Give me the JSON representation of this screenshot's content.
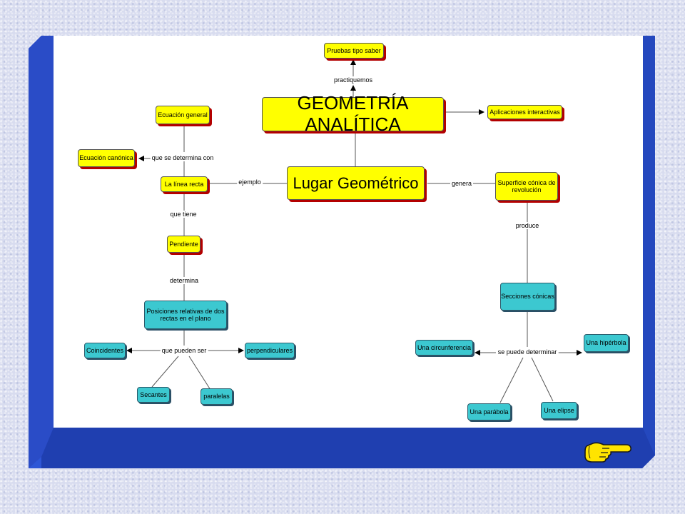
{
  "diagram": {
    "title": "GEOMETRÍA ANALÍTICA",
    "central": "Lugar Geométrico",
    "nodes": {
      "pruebas": "Pruebas tipo saber",
      "aplicaciones": "Aplicaciones interactivas",
      "ecuacion_general": "Ecuación general",
      "ecuacion_canonica": "Ecuación canónica",
      "linea_recta": "La línea recta",
      "pendiente": "Pendiente",
      "posiciones": "Posiciones relativas de dos rectas en el plano",
      "coincidentes": "Coincidentes",
      "perpendiculares": "perpendiculares",
      "secantes": "Secantes",
      "paralelas": "paralelas",
      "superficie": "Superficie cónica de revolución",
      "secciones": "Secciones cónicas",
      "circunferencia": "Una circunferencia",
      "hiperbola": "Una hipérbola",
      "parabola": "Una parábola",
      "elipse": "Una elipse"
    },
    "links": {
      "practiquemos": "practiquemos",
      "se_determina_con": "que se determina con",
      "ejemplo": "ejemplo",
      "genera": "genera",
      "que_tiene": "que tiene",
      "determina": "determina",
      "produce": "produce",
      "pueden_ser": "que pueden ser",
      "se_puede_determinar": "se puede determinar"
    }
  },
  "colors": {
    "concept": "#ffff00",
    "shape": "#3cc8d0",
    "frame": "#2e56d6",
    "frame_dark": "#1f3fb0"
  },
  "icons": {
    "next": "pointing-hand-icon"
  }
}
